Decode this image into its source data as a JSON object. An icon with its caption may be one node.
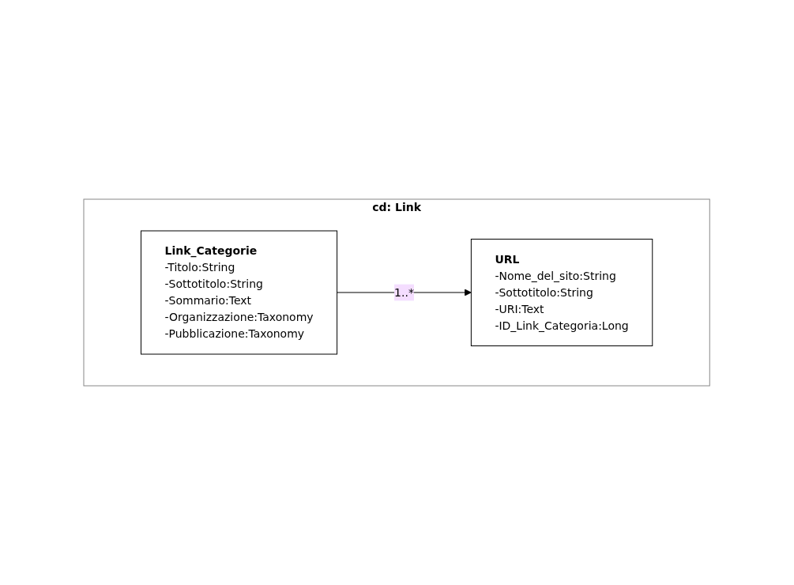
{
  "diagram": {
    "nodes": [
      {
        "text": [
          "cd: Link"
        ]
      },
      {
        "text": [
          "Link_Categorie",
          "-Titolo:String",
          "-Sottotitolo:String",
          "-Sommario:Text",
          "-Organizzazione:Taxonomy",
          "-Pubblicazione:Taxonomy"
        ],
        "in": 0
      },
      {
        "text": [
          "URL",
          "-Nome_del_sito:String",
          "-Sottotitolo:String",
          "-URI:Text",
          "-ID_Link_Categoria:Long"
        ],
        "in": 0
      }
    ],
    "edges": [
      {
        "from": 1,
        "to": 2,
        "arrow": "to",
        "label": "1..*"
      }
    ]
  }
}
